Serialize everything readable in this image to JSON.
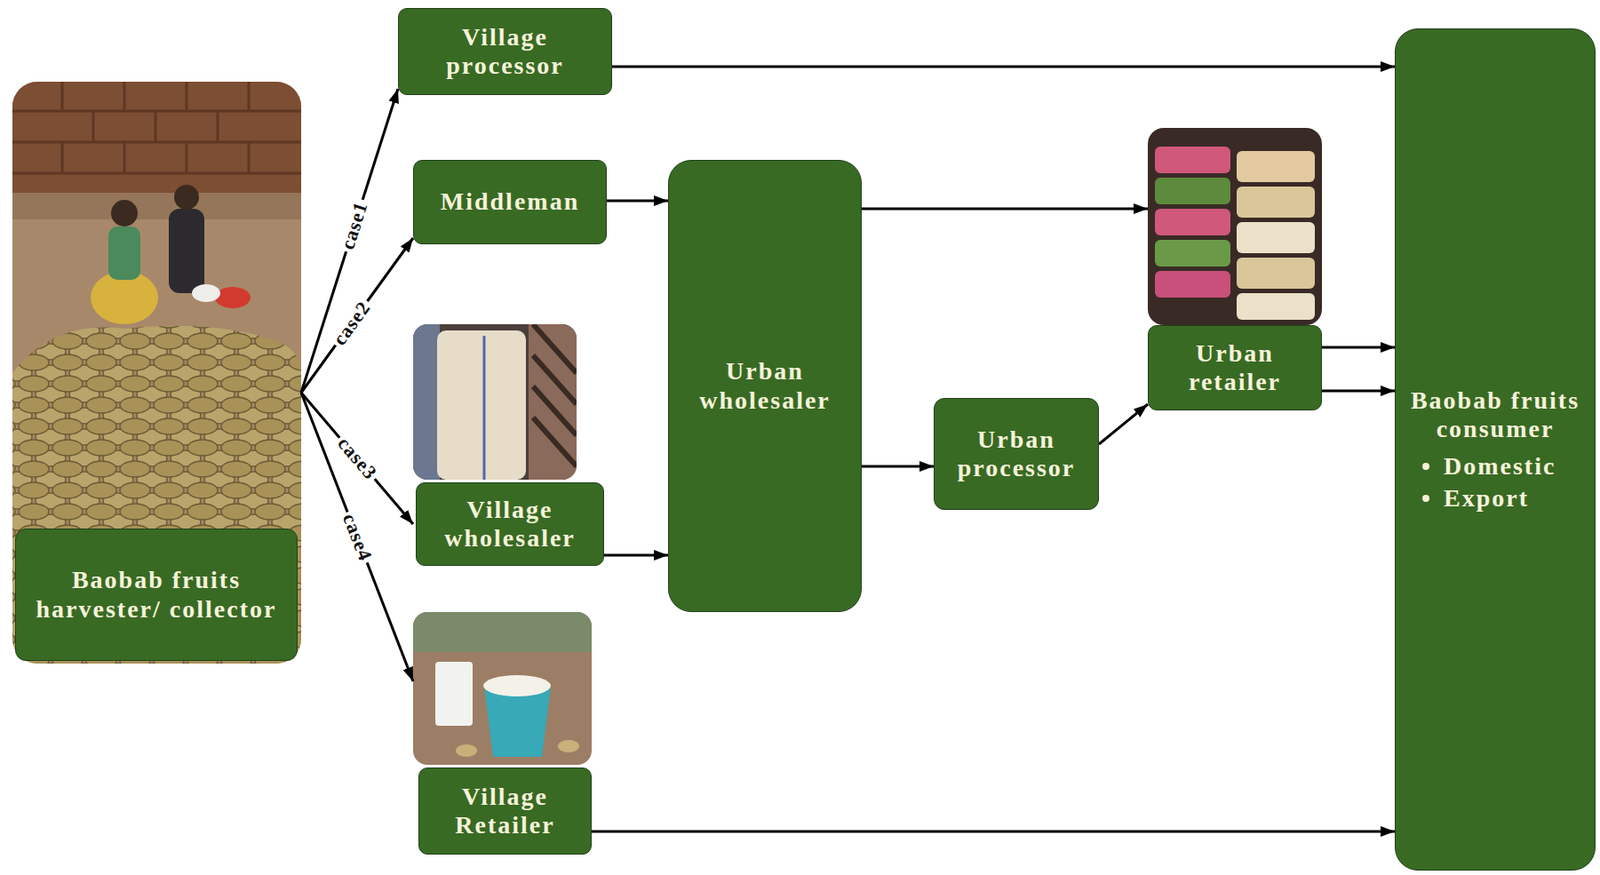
{
  "diagram": {
    "nodes": [
      {
        "text": [
          "Baobab fruits harvester/ collector"
        ]
      },
      {
        "text": [
          "Village processor"
        ]
      },
      {
        "text": [
          "Middleman"
        ]
      },
      {
        "text": [
          "Urban wholesaler"
        ]
      },
      {
        "text": [
          "Village wholesaler"
        ]
      },
      {
        "text": [
          "Village Retailer"
        ]
      },
      {
        "text": [
          "Urban processor"
        ]
      },
      {
        "text": [
          "Urban retailer"
        ]
      },
      {
        "text": [
          "Baobab fruits consumer",
          "Domestic",
          "Export"
        ]
      }
    ],
    "edges": [
      {
        "from": 0,
        "to": 1,
        "arrow": "to",
        "label": "case1"
      },
      {
        "from": 0,
        "to": 2,
        "arrow": "to",
        "label": "case2"
      },
      {
        "from": 0,
        "to": 4,
        "arrow": "to",
        "label": "case3"
      },
      {
        "from": 0,
        "to": 5,
        "arrow": "to",
        "label": "case4"
      },
      {
        "from": 1,
        "to": 8,
        "arrow": "to"
      },
      {
        "from": 2,
        "to": 3,
        "arrow": "to"
      },
      {
        "from": 4,
        "to": 3,
        "arrow": "to"
      },
      {
        "from": 3,
        "to": 7,
        "arrow": "to"
      },
      {
        "from": 3,
        "to": 6,
        "arrow": "to"
      },
      {
        "from": 6,
        "to": 7,
        "arrow": "to"
      },
      {
        "from": 7,
        "to": 8,
        "arrow": "to"
      },
      {
        "from": 7,
        "to": 8,
        "arrow": "to"
      },
      {
        "from": 5,
        "to": 8,
        "arrow": "to"
      }
    ]
  }
}
